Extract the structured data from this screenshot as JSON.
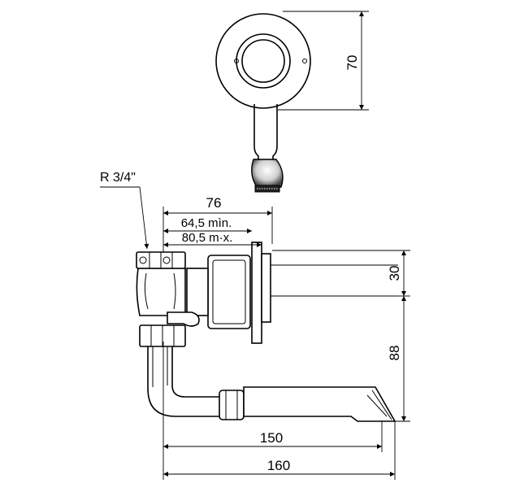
{
  "drawing": {
    "dimensions": {
      "front_height": "70",
      "overall_depth": "76",
      "depth_min": "64,5 mìn.",
      "depth_max": "80,5 m·x.",
      "spout_height": "30",
      "spout_drop": "88",
      "spout_reach": "150",
      "overall_reach": "160"
    },
    "thread_label": "R 3/4\""
  }
}
